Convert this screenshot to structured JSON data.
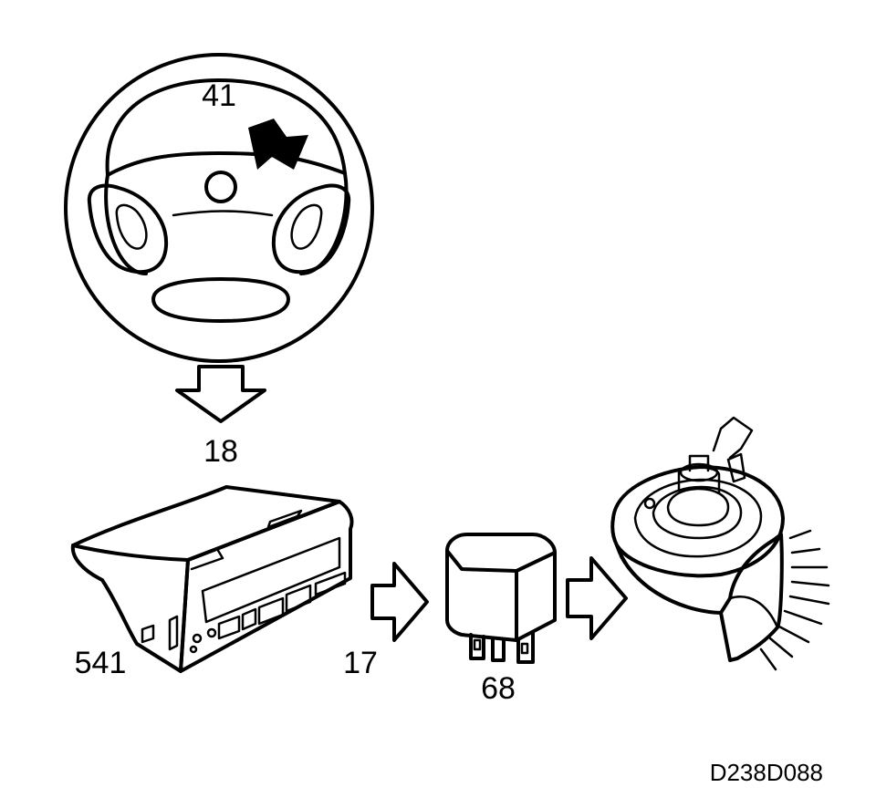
{
  "diagram": {
    "labels": {
      "steering_wheel": "41",
      "arrow_down": "18",
      "control_module": "541",
      "arrow_right_1": "17",
      "relay": "68"
    },
    "reference_code": "D238D088"
  }
}
